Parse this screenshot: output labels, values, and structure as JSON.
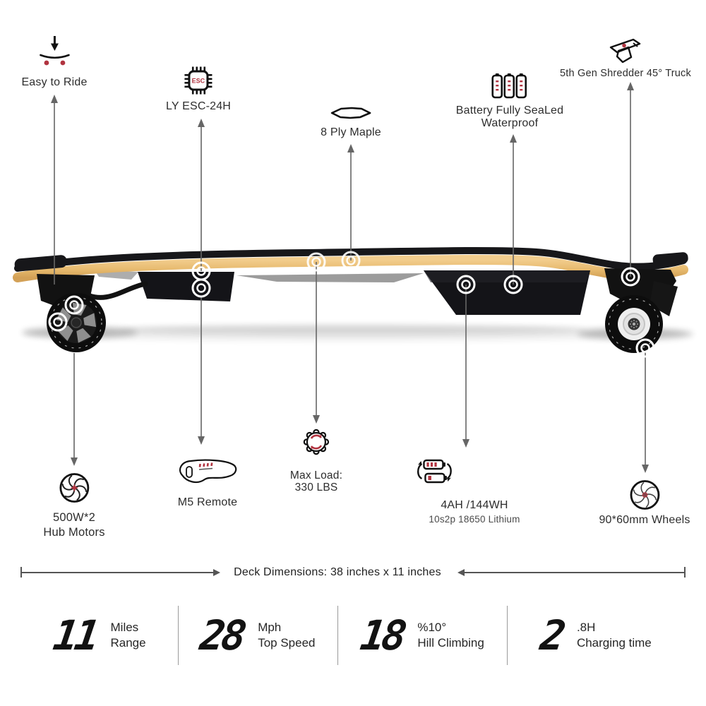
{
  "callouts": {
    "easy_to_ride": {
      "label": "Easy to Ride"
    },
    "esc": {
      "label": "LY ESC-24H",
      "chip_text": "ESC"
    },
    "maple": {
      "label": "8 Ply Maple"
    },
    "battery_sealed": {
      "line1": "Battery Fully SeaLed",
      "line2": "Waterproof"
    },
    "truck": {
      "label": "5th Gen Shredder 45° Truck"
    },
    "hub_motors": {
      "line1": "500W*2",
      "line2": "Hub Motors"
    },
    "remote": {
      "label": "M5 Remote"
    },
    "max_load": {
      "line1": "Max Load:",
      "line2": "330 LBS"
    },
    "battery_capacity": {
      "line1": "4AH /144WH",
      "line2": "10s2p 18650 Lithium"
    },
    "wheels": {
      "label": "90*60mm Wheels"
    }
  },
  "deck_dimensions": {
    "label": "Deck Dimensions: 38 inches x 11 inches"
  },
  "stats": [
    {
      "value": "11",
      "unit": "Miles",
      "label": "Range"
    },
    {
      "value": "28",
      "unit": "Mph",
      "label": "Top Speed"
    },
    {
      "value": "18",
      "unit": "%10°",
      "label": "Hill Climbing"
    },
    {
      "value": "2",
      "unit": ".8H",
      "label": "Charging time"
    }
  ],
  "icons": {
    "easy_to_ride": "board-with-down-arrow-icon",
    "esc": "esc-chip-icon",
    "maple": "deck-cross-section-icon",
    "battery_sealed": "triple-battery-icon",
    "truck": "skate-truck-icon",
    "hub_motors": "hub-motor-icon",
    "remote": "remote-controller-icon",
    "max_load": "load-badge-icon",
    "battery_capacity": "battery-swap-icon",
    "wheels": "wheel-icon"
  },
  "colors": {
    "accent_red": "#b13440",
    "deck_yellow": "#e9bd72",
    "line_gray": "#666666",
    "text_dark": "#2d2d2d",
    "background": "#ffffff"
  }
}
